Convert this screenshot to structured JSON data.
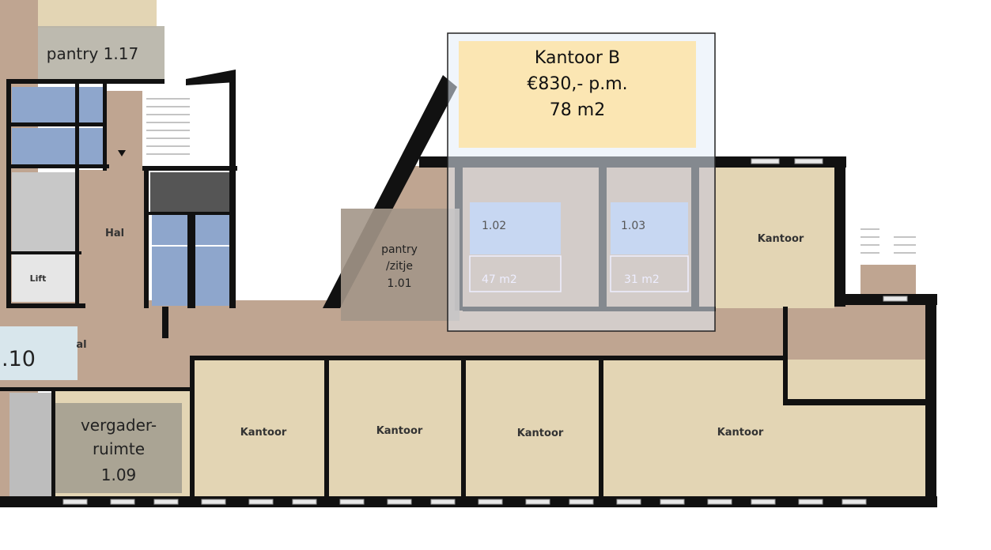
{
  "colors": {
    "tan": "#bfa591",
    "beige": "#e3d5b4",
    "wall": "#111111",
    "blue": "#8ea6cc",
    "grey_panel": "#a9a393",
    "highlight_yellow": "#fbe6b3",
    "highlight_blue": "#e3ecf7",
    "room_blue": "#c7d7f2"
  },
  "labels": {
    "pantry_117": "pantry 1.17",
    "hal_top": "Hal",
    "lift": "Lift",
    "hal_left_partial": "al",
    "room_110_partial": ".10",
    "pantry_101_line1": "pantry",
    "pantry_101_line2": "/zitje",
    "pantry_101_line3": "1.01",
    "vergader_line1": "vergader-",
    "vergader_line2": "ruimte",
    "vergader_line3": "1.09",
    "kantoor_right_top": "Kantoor",
    "kantoor_b1": "Kantoor",
    "kantoor_b2": "Kantoor",
    "kantoor_b3": "Kantoor",
    "kantoor_b4": "Kantoor"
  },
  "offer": {
    "name": "Kantoor B",
    "price": "€830,- p.m.",
    "area": "78 m2"
  },
  "rooms": [
    {
      "id": "1.02",
      "area": "47 m2"
    },
    {
      "id": "1.03",
      "area": "31 m2"
    }
  ]
}
